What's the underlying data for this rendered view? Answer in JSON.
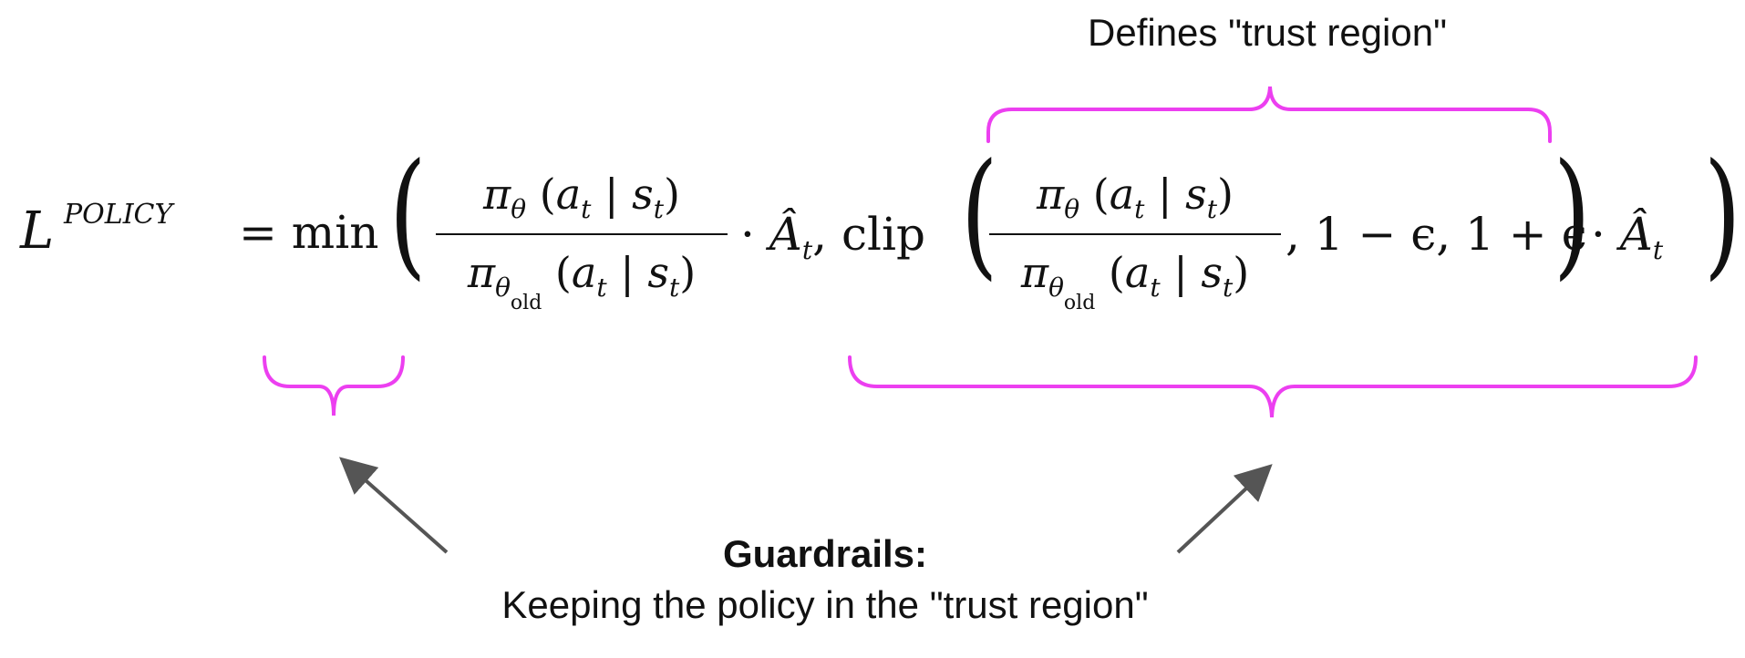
{
  "annotations": {
    "top_label": "Defines \"trust region\"",
    "guard_title": "Guardrails:",
    "guard_sub": "Keeping the policy in the \"trust region\""
  },
  "formula": {
    "lhs": "L",
    "lhs_sup": "POLICY",
    "equals_min": "= min",
    "num": "πθ (at | st)",
    "den": "πθold (at | st)",
    "term1_tail": "· Âₜ, clip",
    "clip_args": ", 1 − ϵ, 1 + ϵ",
    "term2_tail": "· Âₜ"
  },
  "colors": {
    "brace": "#ec3ff0",
    "arrow": "#555555",
    "text": "#111111"
  }
}
